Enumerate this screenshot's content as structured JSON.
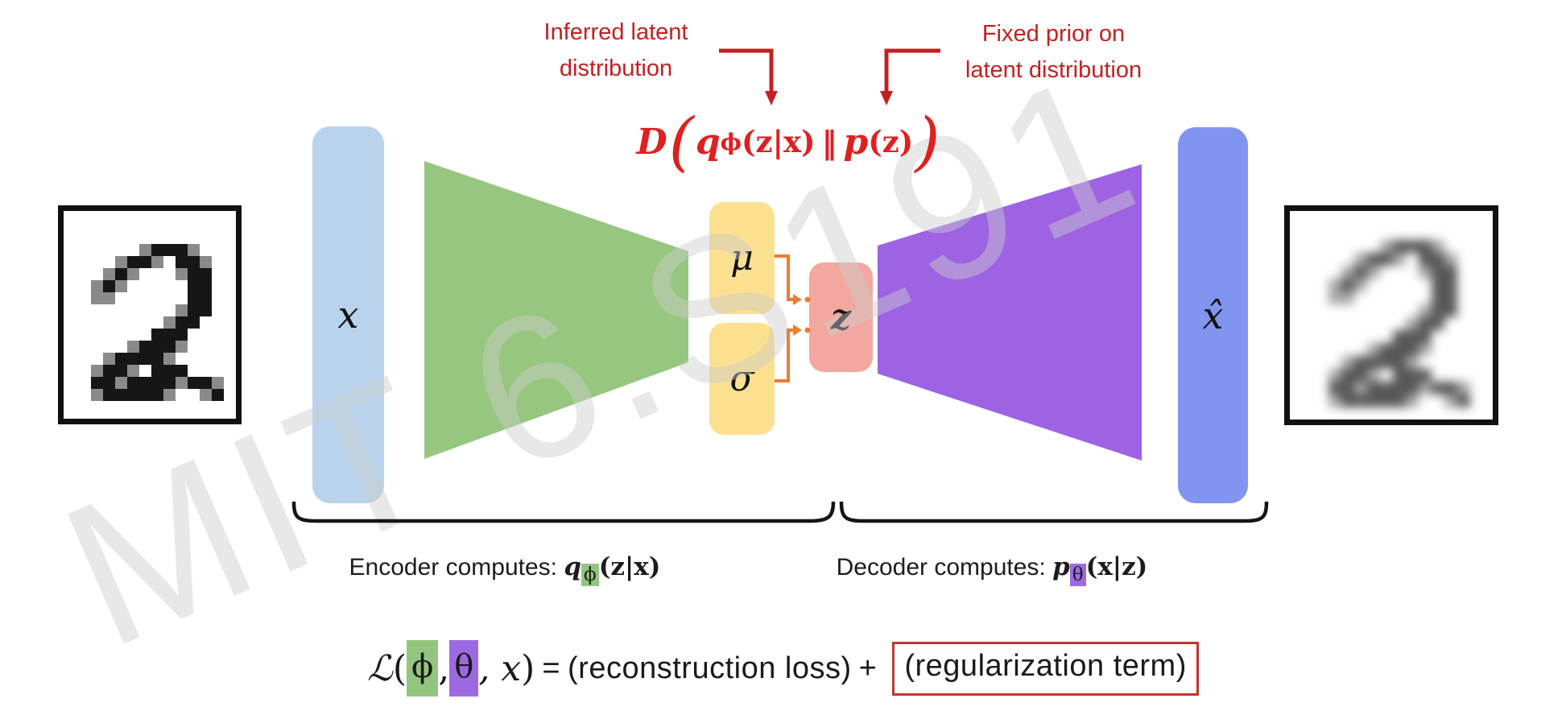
{
  "watermark": "MIT 6.S191",
  "colors": {
    "encoder_trapezoid": "#97c77f",
    "decoder_trapezoid": "#9d63e2",
    "input_bar": "#b9d3ec",
    "output_bar": "#8194f0",
    "mu_sigma_box": "#fbe18f",
    "z_box": "#f2a89e",
    "connector_orange": "#ed7d31",
    "annotation_red": "#c42020",
    "formula_red": "#df2020",
    "reg_box_red": "#bf372e",
    "brace_black": "#141414",
    "highlight_green": "#94c57e",
    "highlight_purple": "#9c6ae0"
  },
  "annotations": {
    "inferred_line1": "Inferred latent",
    "inferred_line2": "distribution",
    "fixed_line1": "Fixed prior on",
    "fixed_line2": "latent distribution"
  },
  "kl": {
    "d": "D",
    "lparen": "(",
    "q": "q",
    "q_sub": "ϕ",
    "q_args": "(z|x)",
    "divider": "‖",
    "p": "p",
    "p_args": "(z)",
    "rparen": ")"
  },
  "nodes": {
    "input": "x",
    "mu": "μ",
    "sigma": "σ",
    "z": "z",
    "output": "x̂"
  },
  "captions": {
    "encoder_prefix": "Encoder computes: ",
    "encoder_q": "q",
    "encoder_sub": "ϕ",
    "encoder_args": "(z|x)",
    "decoder_prefix": "Decoder computes: ",
    "decoder_p": "p",
    "decoder_sub": "θ",
    "decoder_args": "(x|z)"
  },
  "loss": {
    "l": "ℒ",
    "lparen": "(",
    "phi": "ϕ",
    "comma1": ",",
    "theta": "θ",
    "comma2": ", x",
    "rparen": ")",
    "equals": "=",
    "reconstruction": "(reconstruction loss)",
    "plus": "+",
    "regularization": "(regularization term)"
  },
  "digit": {
    "value": "2",
    "pixels": [
      "..............",
      "......+###+...",
      "....+##+.##+..",
      "...+#+...+##..",
      "..+#+.....##..",
      "..++......##..",
      ".........+##..",
      "........+##...",
      ".......###....",
      ".....+###+....",
      "...+####+.....",
      "..+##+.###....",
      "..##+####+##+.",
      "..+#####+..+#."
    ]
  }
}
